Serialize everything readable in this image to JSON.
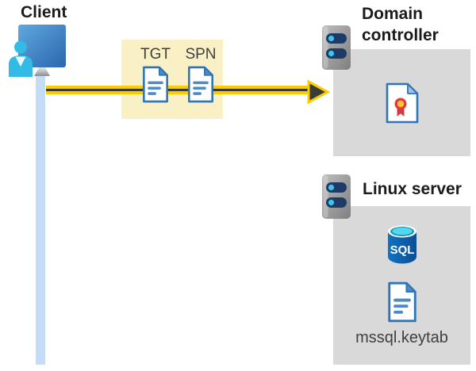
{
  "client": {
    "label": "Client"
  },
  "tickets": {
    "tgt": "TGT",
    "spn": "SPN"
  },
  "domain_controller": {
    "label": "Domain controller"
  },
  "linux_server": {
    "label": "Linux server",
    "sql": "SQL",
    "keytab": "mssql.keytab"
  },
  "icons": {
    "client": "person-at-monitor-icon",
    "server": "server-tower-icon",
    "ticket": "document-icon",
    "certificate": "certificate-icon",
    "database": "sql-database-icon",
    "arrow": "arrow-right-icon",
    "connection": "vertical-line-connector"
  },
  "colors": {
    "ticket_box_bg": "#FAF0C5",
    "panel_gray": "#D9D9D9",
    "arrow_yellow": "#FCCC00",
    "arrow_dark": "#3A3A3A",
    "client_line_blue": "#C5DCF6",
    "icon_blue": "#2E74B8",
    "person_cyan": "#33BBE6",
    "server_pill_navy": "#1E3A66",
    "server_dot_cyan": "#3EC4EE",
    "sql_body_blue": "#0F67B4",
    "sql_top_cyan": "#53D7F0",
    "cert_red": "#D6383E",
    "cert_yellow": "#FFC72C",
    "label_dark": "#1B1B1B",
    "text_gray": "#3F3F3F"
  }
}
